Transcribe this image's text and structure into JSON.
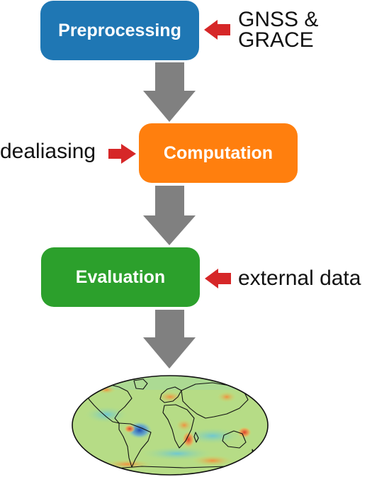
{
  "colors": {
    "preprocessing": "#1f77b4",
    "computation": "#ff7f0e",
    "evaluation": "#2ca02c",
    "flow_arrow": "#808080",
    "input_arrow": "#d62728"
  },
  "steps": [
    {
      "label": "Preprocessing"
    },
    {
      "label": "Computation"
    },
    {
      "label": "Evaluation"
    }
  ],
  "inputs": {
    "gnss_line1": "GNSS &",
    "gnss_line2": "GRACE",
    "dealiasing": "dealiasing",
    "external": "external data"
  },
  "icons": {
    "flow": "down-arrow-icon",
    "input": "pointing-arrow-icon",
    "result": "world-map-icon"
  }
}
